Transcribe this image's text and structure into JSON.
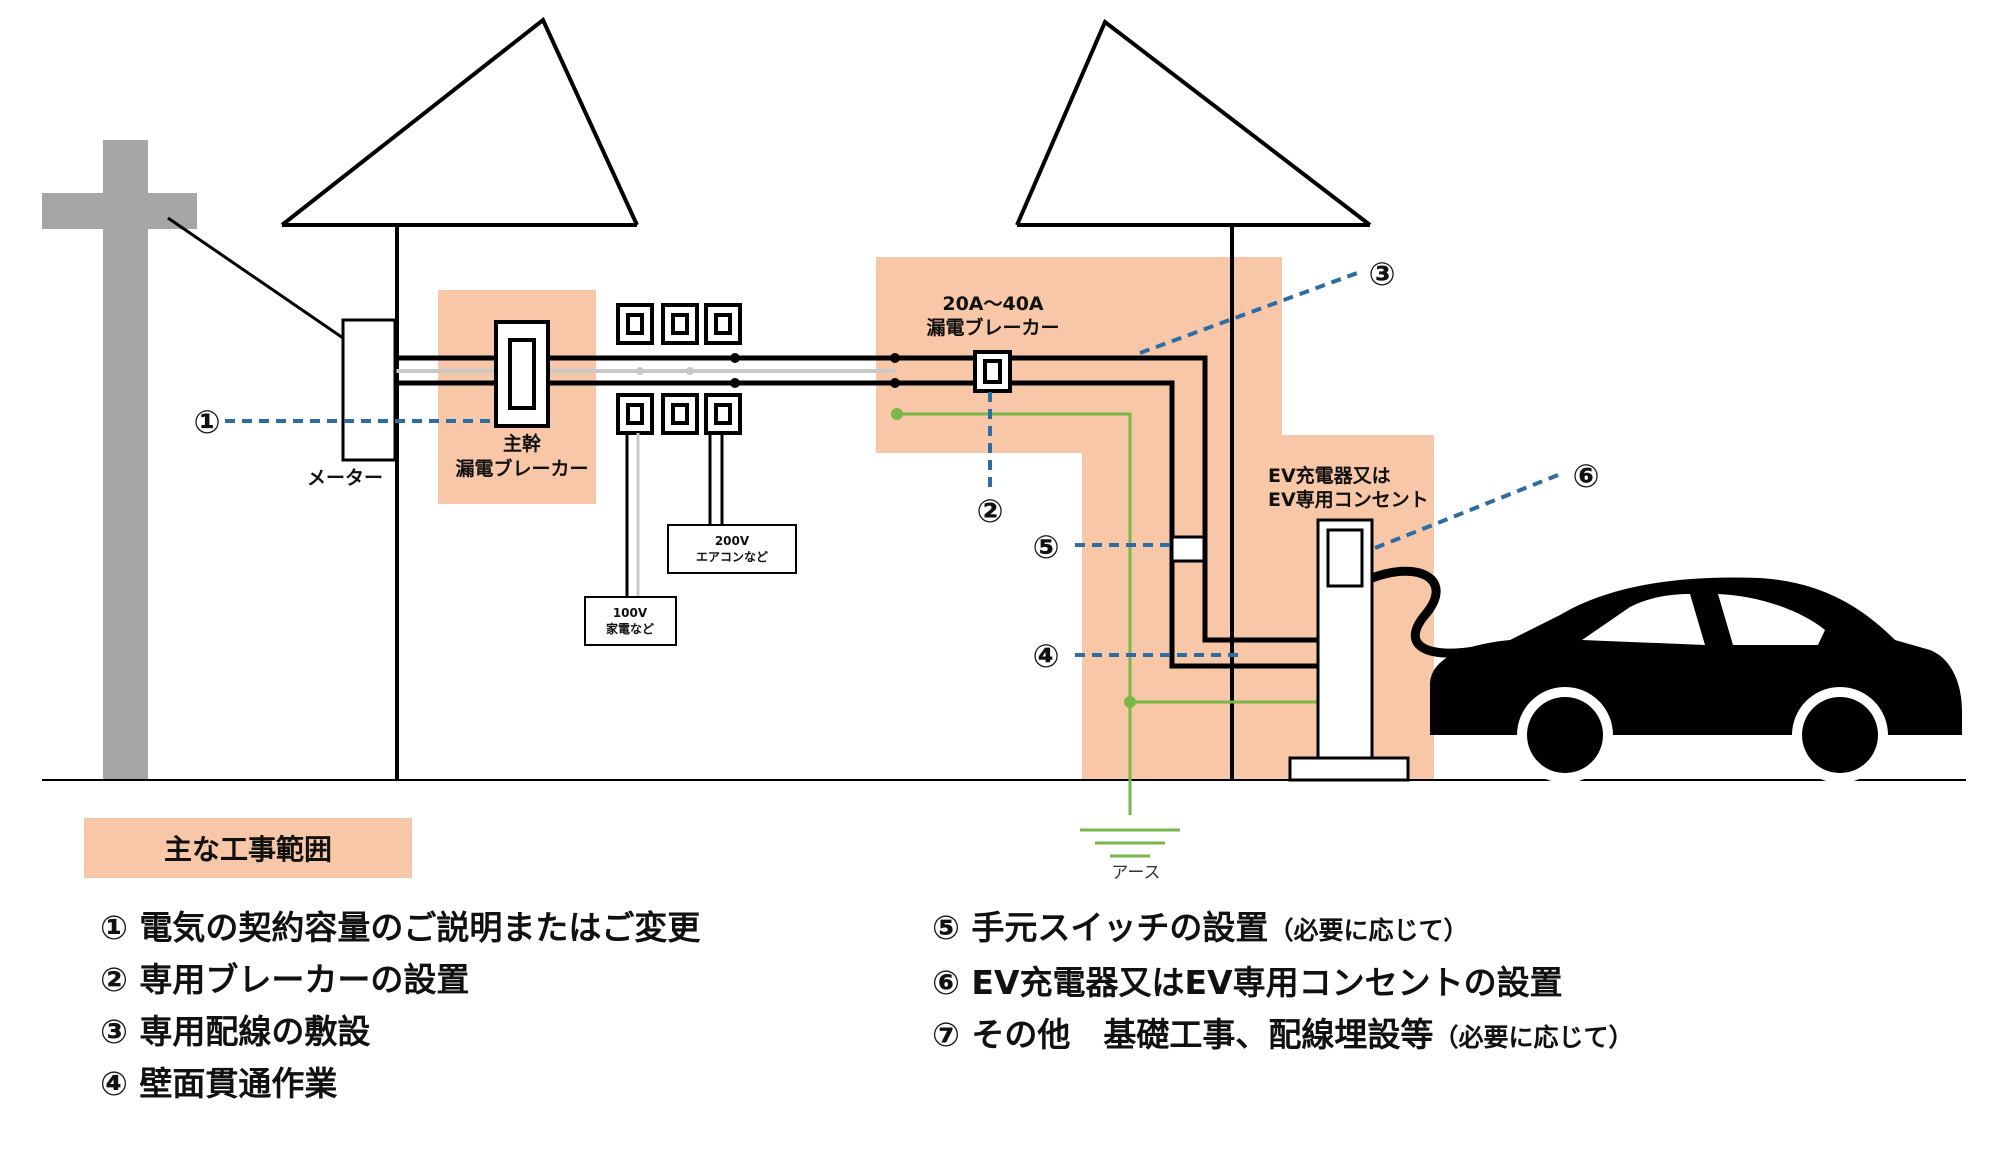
{
  "diagram": {
    "labels": {
      "meter": "メーター",
      "main_breaker_1": "主幹",
      "main_breaker_2": "漏電ブレーカー",
      "ev_breaker_1": "20A～40A",
      "ev_breaker_2": "漏電ブレーカー",
      "load_200v_1": "200V",
      "load_200v_2": "エアコンなど",
      "load_100v_1": "100V",
      "load_100v_2": "家電など",
      "charger_1": "EV充電器又は",
      "charger_2": "EV専用コンセント",
      "earth": "アース"
    },
    "markers": {
      "m1": "①",
      "m2": "②",
      "m3": "③",
      "m4": "④",
      "m5": "⑤",
      "m6": "⑥"
    }
  },
  "legend": {
    "label": "主な工事範囲"
  },
  "work_items_left": [
    {
      "text": "① 電気の契約容量のご説明またはご変更",
      "note": ""
    },
    {
      "text": "② 専用ブレーカーの設置",
      "note": ""
    },
    {
      "text": "③ 専用配線の敷設",
      "note": ""
    },
    {
      "text": "④ 壁面貫通作業",
      "note": ""
    }
  ],
  "work_items_right": [
    {
      "text": "⑤ 手元スイッチの設置",
      "note": "（必要に応じて）"
    },
    {
      "text": "⑥ EV充電器又はEV専用コンセントの設置",
      "note": ""
    },
    {
      "text": "⑦ その他　基礎工事、配線埋設等",
      "note": "（必要に応じて）"
    }
  ],
  "colors": {
    "work_area": "#f8c7a7",
    "dashed_leader": "#2e6da4",
    "earth_wire": "#7ab648",
    "pole": "#a6a6a6",
    "line": "#000000"
  }
}
